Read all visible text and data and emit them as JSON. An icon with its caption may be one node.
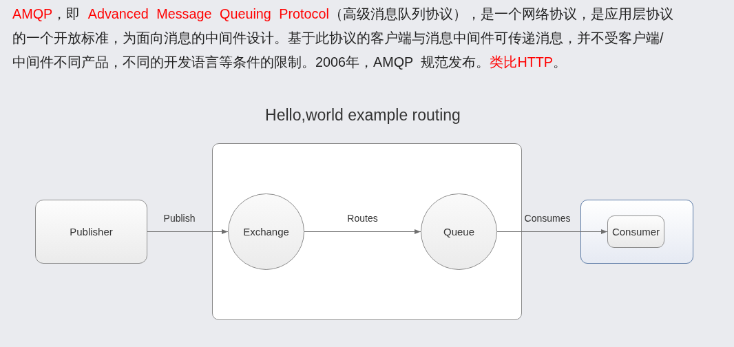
{
  "diagram": {
    "title": "Hello,world example routing",
    "nodes": [
      {
        "text": [],
        "shape": "box"
      },
      {
        "text": [
          "Publisher"
        ]
      },
      {
        "text": [
          "Exchange"
        ],
        "in": 0
      },
      {
        "text": [
          "Queue"
        ],
        "in": 0
      },
      {
        "text": [],
        "shape": "box"
      },
      {
        "text": [
          "Consumer"
        ],
        "in": 4
      }
    ],
    "edges": [
      {
        "from": 1,
        "to": 2,
        "arrow": "to",
        "label": "Publish"
      },
      {
        "from": 2,
        "to": 3,
        "arrow": "to",
        "label": "Routes"
      },
      {
        "from": 3,
        "to": 5,
        "arrow": "to",
        "label": "Consumes"
      }
    ],
    "labels": [
      "**AMQP**，即 **Advanced Message Queuing Protocol**（高级消息队列协议），是一个网络协议，是应用层协议的一个开放标准，为面向消息的中间件设计。基于此协议的客户端与消息中间件可传递消息，并不受客户端/中间件不同产品，不同的开发语言等条件的限制。2006年，AMQP 规范发布。**类比HTTP**。"
    ]
  }
}
